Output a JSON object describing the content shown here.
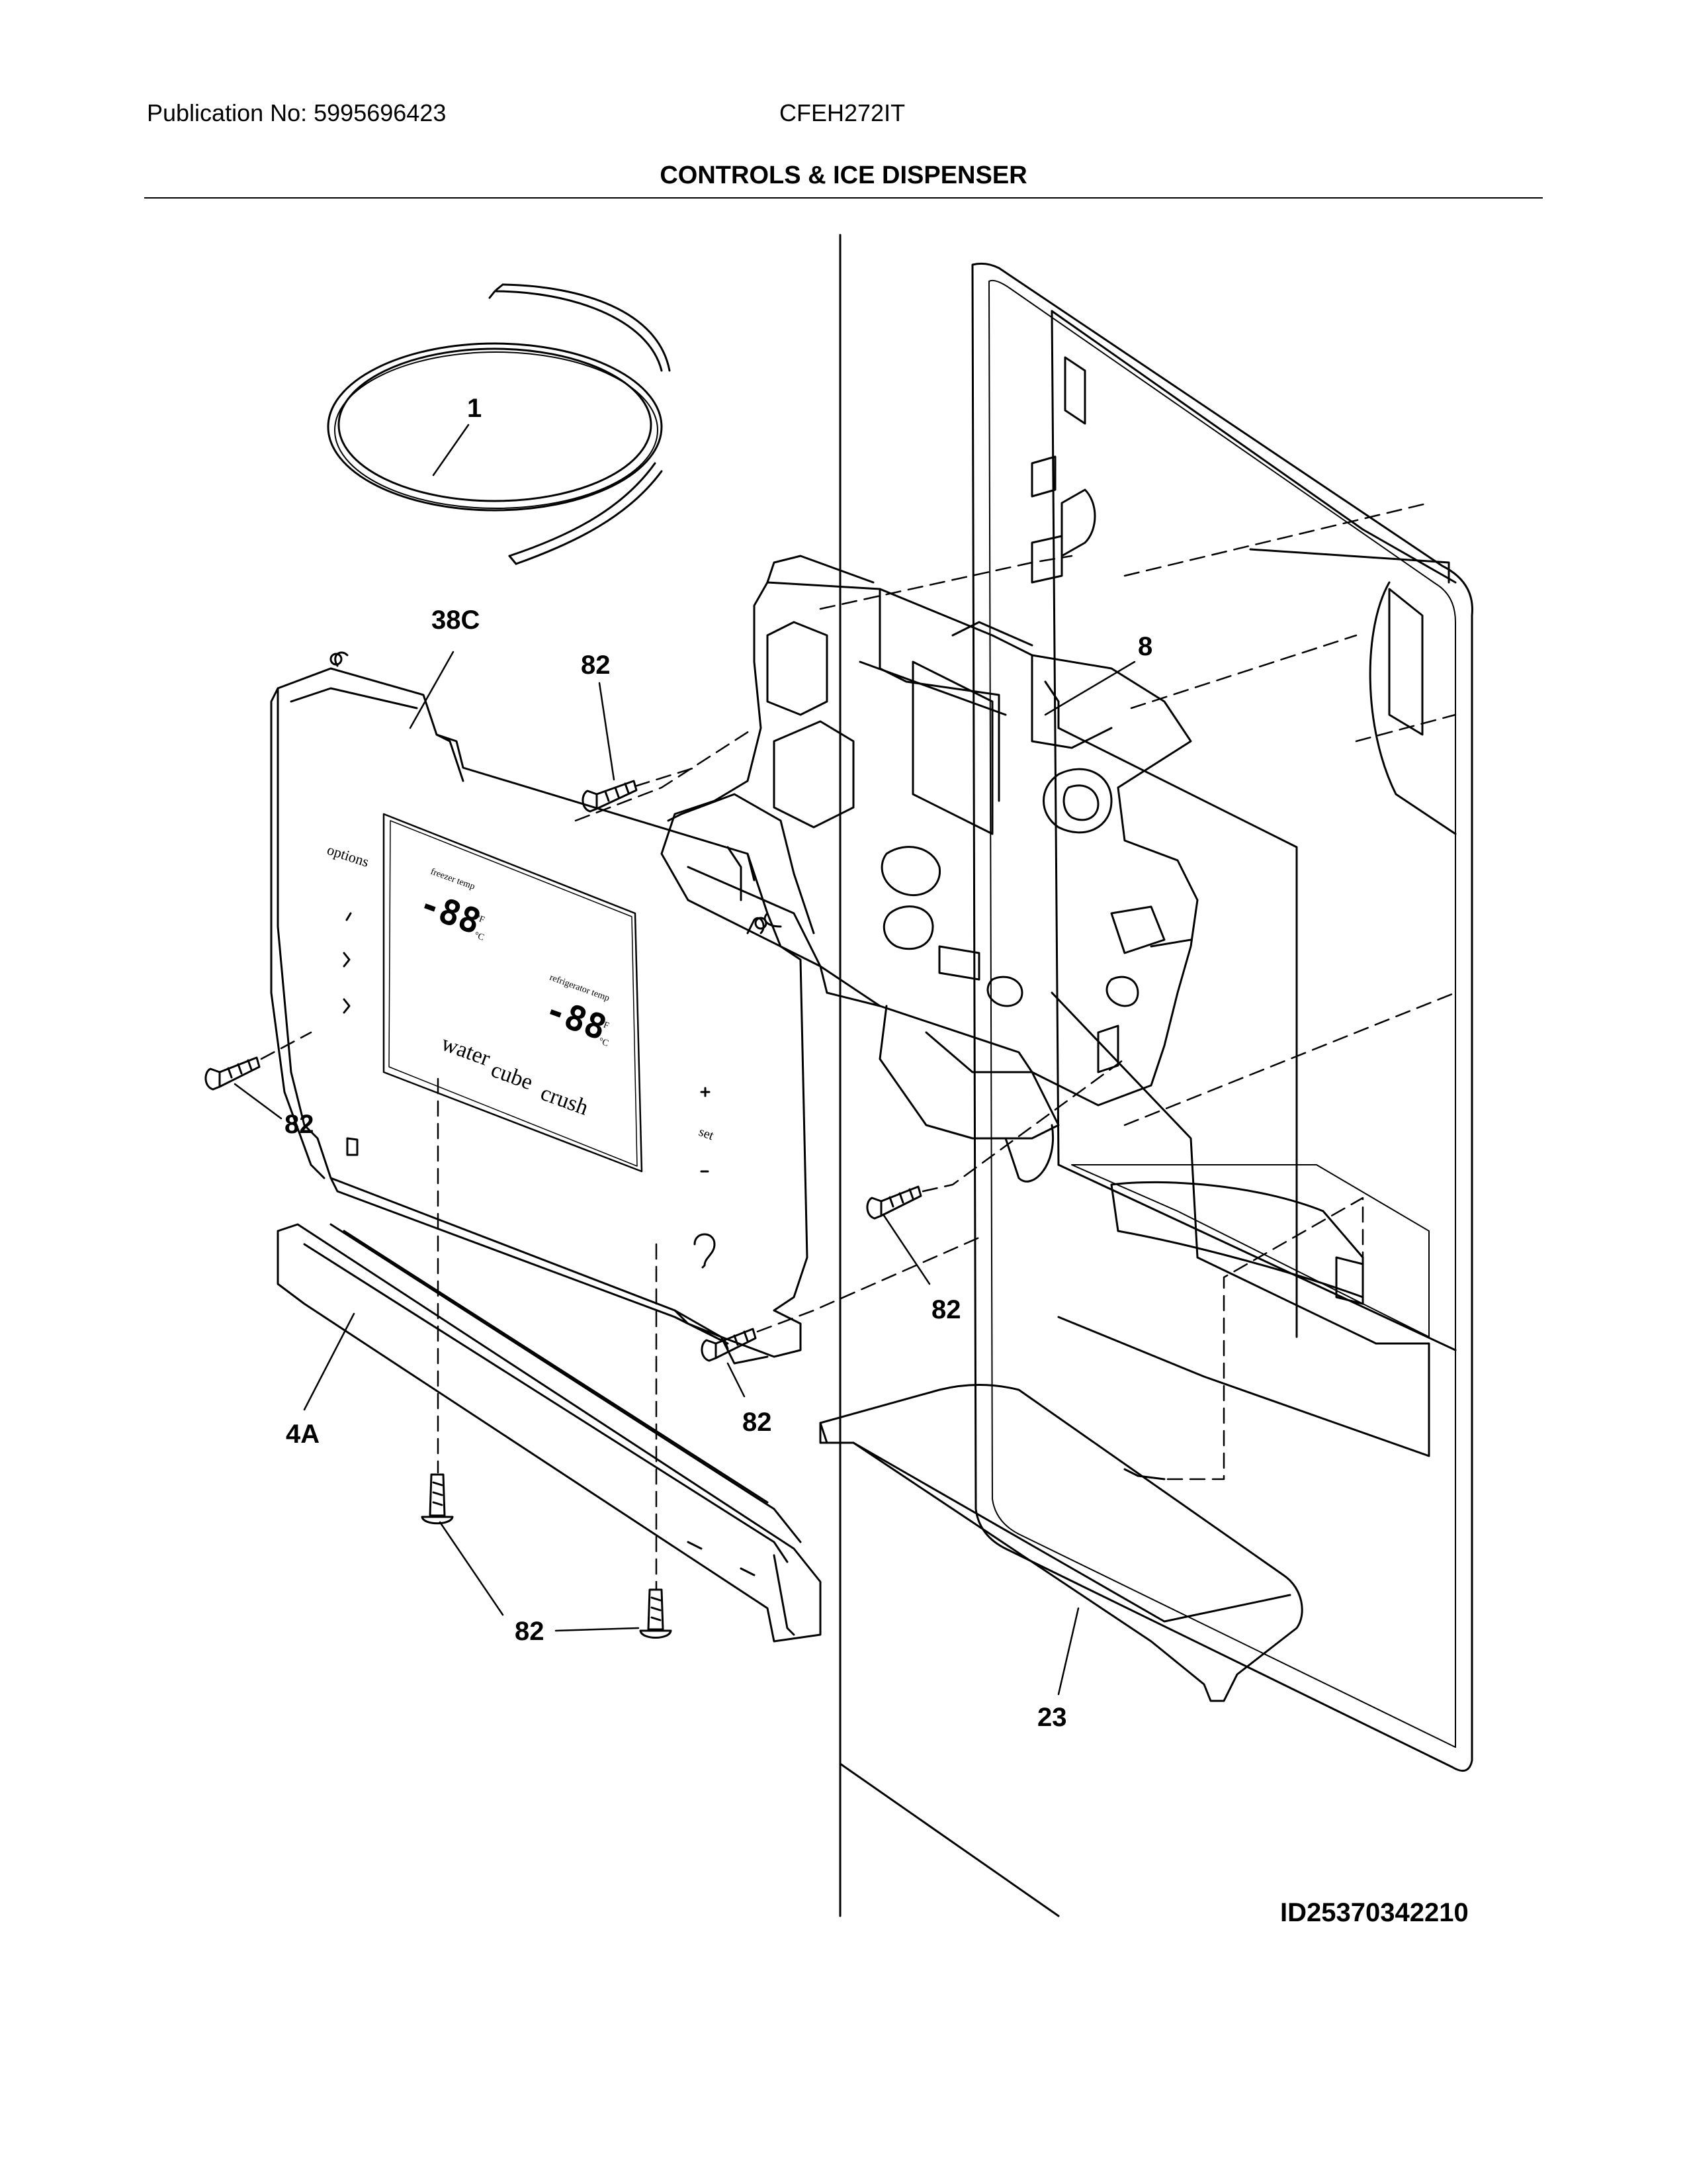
{
  "header": {
    "publication": "Publication No: 5995696423",
    "model": "CFEH272IT",
    "title": "CONTROLS & ICE DISPENSER"
  },
  "panel": {
    "options": "options",
    "water": "water",
    "cube": "cube",
    "crush": "crush",
    "set": "set",
    "display_left": "-88",
    "display_right": "-88",
    "freezer_temp": "freezer temp",
    "refrigerator_temp": "refrigerator temp",
    "unit_f": "°F",
    "unit_c": "°C"
  },
  "callouts": {
    "tubing": "1",
    "control_panel": "38C",
    "screw_a": "82",
    "dispenser_assembly": "8",
    "screw_b": "82",
    "trim": "4A",
    "screw_c": "82",
    "screw_d": "82",
    "screw_e": "82",
    "drip_tray": "23"
  },
  "diagram_id": "ID25370342210"
}
